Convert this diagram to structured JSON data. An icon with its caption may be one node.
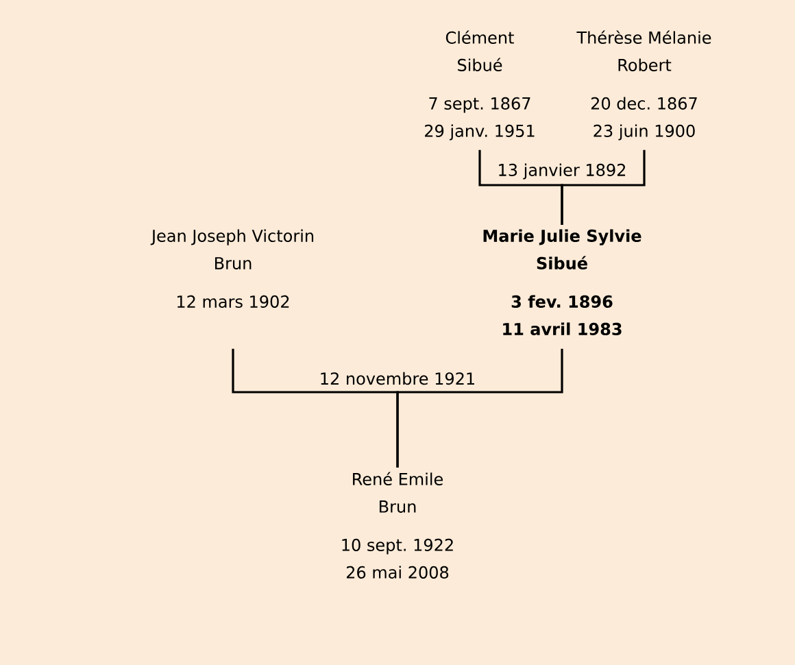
{
  "diagram": {
    "nodes": [
      {
        "text": [
          "Clément Sibué",
          "7 sept. 1867",
          "29 janv. 1951"
        ]
      },
      {
        "text": [
          "Thérèse Mélanie Robert",
          "20 dec. 1867",
          "23 juin 1900"
        ]
      },
      {
        "text": [
          "Jean Joseph Victorin Brun",
          "12 mars 1902"
        ]
      },
      {
        "text": [
          "Marie Julie Sylvie Sibué",
          "3 fev. 1896",
          "11 avril 1983"
        ]
      },
      {
        "text": [
          "René Emile Brun",
          "10 sept. 1922",
          "26 mai 2008"
        ]
      }
    ],
    "edges": [
      {
        "from": 0,
        "to": 3,
        "arrow": "none",
        "label": "13 janvier 1892"
      },
      {
        "from": 1,
        "to": 3,
        "arrow": "none"
      },
      {
        "from": 2,
        "to": 4,
        "arrow": "none",
        "label": "12 novembre 1921"
      },
      {
        "from": 3,
        "to": 4,
        "arrow": "none"
      }
    ]
  }
}
